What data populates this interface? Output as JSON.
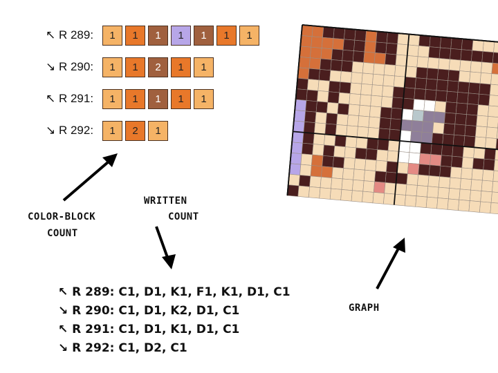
{
  "colors": {
    "C": "#f5b366",
    "D": "#e8782a",
    "K": "#a0603e",
    "F": "#b7a6e8",
    "bg": "#f6dcb8",
    "dark": "#4a1e1e",
    "orange": "#d5703a",
    "lavender": "#b7a6e8",
    "grey": "#8f7f9a",
    "pink": "#e48a84",
    "white": "#ffffff",
    "blue_grey": "#b9c8cc"
  },
  "block_rows": [
    {
      "label": "↖ R 289:",
      "cells": [
        {
          "n": "1",
          "c": "C"
        },
        {
          "n": "1",
          "c": "D"
        },
        {
          "n": "1",
          "c": "K"
        },
        {
          "n": "1",
          "c": "F"
        },
        {
          "n": "1",
          "c": "K"
        },
        {
          "n": "1",
          "c": "D"
        },
        {
          "n": "1",
          "c": "C"
        }
      ]
    },
    {
      "label": "↘ R 290:",
      "cells": [
        {
          "n": "1",
          "c": "C"
        },
        {
          "n": "1",
          "c": "D"
        },
        {
          "n": "2",
          "c": "K"
        },
        {
          "n": "1",
          "c": "D"
        },
        {
          "n": "1",
          "c": "C"
        }
      ]
    },
    {
      "label": "↖ R 291:",
      "cells": [
        {
          "n": "1",
          "c": "C"
        },
        {
          "n": "1",
          "c": "D"
        },
        {
          "n": "1",
          "c": "K"
        },
        {
          "n": "1",
          "c": "D"
        },
        {
          "n": "1",
          "c": "C"
        }
      ]
    },
    {
      "label": "↘ R 292:",
      "cells": [
        {
          "n": "1",
          "c": "C"
        },
        {
          "n": "2",
          "c": "D"
        },
        {
          "n": "1",
          "c": "C"
        }
      ]
    }
  ],
  "labels": {
    "color_block_1": "COLOR-BLOCK",
    "color_block_2": "COUNT",
    "written_1": "WRITTEN",
    "written_2": "COUNT",
    "graph": "GRAPH"
  },
  "written_rows": [
    "↖ R 289: C1, D1, K1, F1, K1, D1, C1",
    "↘ R 290: C1, D1, K2, D1, C1",
    "↖ R 291: C1, D1, K1, D1, C1",
    "↘ R 292: C1, D2, C1"
  ],
  "graph": {
    "rows": [
      "OOxxxxOxxBBxxxxxBBBBBB",
      "OOOOxxOxxBBBxxxxxxxBBB",
      "OOOxxxOOxBBBBBBBBBOOBB",
      "OOxxxBBBBBBxxxxBBBBBBB",
      "OxxBBBBBBBxxxxxxxxBBBB",
      "xBBxxBBBBxxxxxxxxxBBBB",
      "xxBxBBBBBxxWWBxxxBBBBB",
      "LxxBxBBBxxWSGGxxxBBBBB",
      "LxBxBBBBxxGGGBxxxBBBxB",
      "LxBxBBBBxxWGGxxxxBBxxx",
      "LxBBxBBxxBWWxxxxBBxBBB",
      "LxBxBBxxBBWWPPxxBxxBBB",
      "LBOxxBBBBxBPxxxBBBBBBB",
      "LBOOBBBBxxxBBBBBBBBBBB",
      "BxBBBBBBPBBBBBBBBBBBBB",
      "xBBBBBBBBBBBBBBBBBBBBB"
    ],
    "legend": {
      "O": "orange",
      "x": "dark",
      "B": "bg",
      "W": "white",
      "S": "blue_grey",
      "G": "grey",
      "L": "lavender",
      "P": "pink"
    }
  }
}
